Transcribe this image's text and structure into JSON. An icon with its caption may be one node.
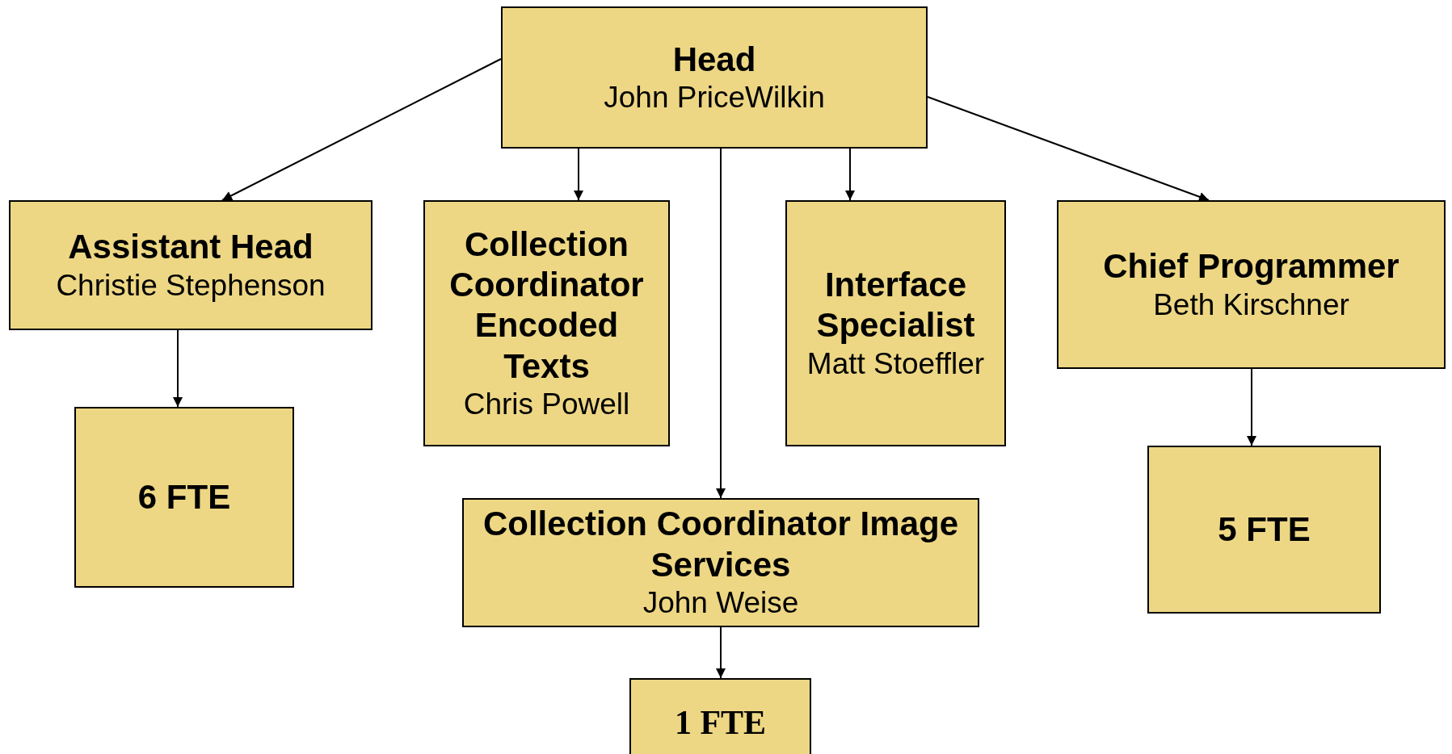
{
  "diagram": {
    "nodes": [
      {
        "text": [
          "Head",
          "John PriceWilkin"
        ]
      },
      {
        "text": [
          "Assistant Head",
          "Christie Stephenson"
        ]
      },
      {
        "text": [
          "Collection Coordinator Encoded Texts",
          "Chris Powell"
        ]
      },
      {
        "text": [
          "Interface Specialist",
          "Matt Stoeffler"
        ]
      },
      {
        "text": [
          "Chief Programmer",
          "Beth Kirschner"
        ]
      },
      {
        "text": [
          "6 FTE"
        ]
      },
      {
        "text": [
          "Collection Coordinator Image Services",
          "John Weise"
        ]
      },
      {
        "text": [
          "5 FTE"
        ]
      },
      {
        "text": [
          "1 FTE"
        ]
      }
    ],
    "edges": [
      {
        "from": 0,
        "to": 1,
        "arrow": "to"
      },
      {
        "from": 0,
        "to": 2,
        "arrow": "to"
      },
      {
        "from": 0,
        "to": 6,
        "arrow": "to"
      },
      {
        "from": 0,
        "to": 3,
        "arrow": "to"
      },
      {
        "from": 0,
        "to": 4,
        "arrow": "to"
      },
      {
        "from": 1,
        "to": 5,
        "arrow": "to"
      },
      {
        "from": 4,
        "to": 7,
        "arrow": "to"
      },
      {
        "from": 6,
        "to": 8,
        "arrow": "to"
      }
    ]
  }
}
